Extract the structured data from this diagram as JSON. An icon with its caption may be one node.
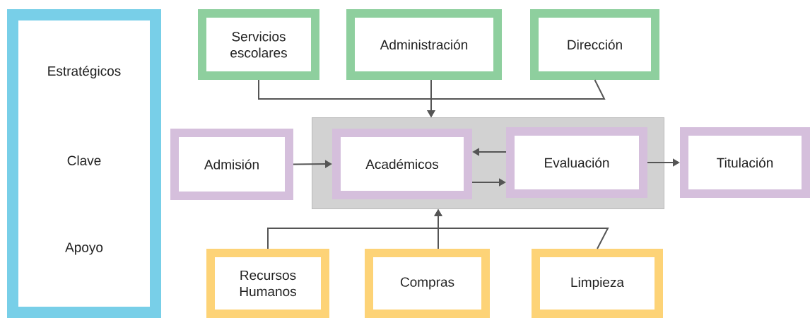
{
  "diagram": {
    "nodes": [
      {
        "text": [
          "Estratégicos",
          "Clave",
          "Apoyo"
        ]
      },
      {
        "text": [
          "Servicios escolares"
        ]
      },
      {
        "text": [
          "Administración"
        ]
      },
      {
        "text": [
          "Dirección"
        ]
      },
      {
        "text": [
          "Admisión"
        ]
      },
      {
        "text": [],
        "shape": "box"
      },
      {
        "text": [
          "Académicos"
        ],
        "in": 5
      },
      {
        "text": [
          "Evaluación"
        ],
        "in": 5
      },
      {
        "text": [
          "Titulación"
        ]
      },
      {
        "text": [
          "Recursos Humanos"
        ]
      },
      {
        "text": [
          "Compras"
        ]
      },
      {
        "text": [
          "Limpieza"
        ]
      }
    ],
    "edges": [
      {
        "from": 1,
        "to": 5,
        "arrow": "to"
      },
      {
        "from": 2,
        "to": 5,
        "arrow": "to"
      },
      {
        "from": 3,
        "to": 5,
        "arrow": "to"
      },
      {
        "from": 4,
        "to": 6,
        "arrow": "to"
      },
      {
        "from": 7,
        "to": 6,
        "arrow": "to"
      },
      {
        "from": 6,
        "to": 7,
        "arrow": "to"
      },
      {
        "from": 7,
        "to": 8,
        "arrow": "to"
      },
      {
        "from": 9,
        "to": 5,
        "arrow": "to"
      },
      {
        "from": 10,
        "to": 5,
        "arrow": "to"
      },
      {
        "from": 11,
        "to": 5,
        "arrow": "to"
      }
    ]
  }
}
